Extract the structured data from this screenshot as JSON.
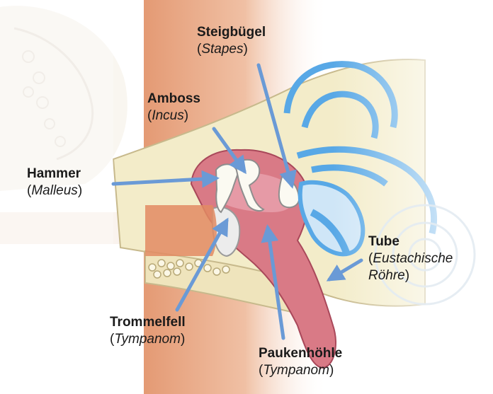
{
  "labels": {
    "stapes": {
      "name": "Steigbügel",
      "open": "(",
      "latin": "Stapes",
      "close": ")"
    },
    "incus": {
      "name": "Amboss",
      "open": "(",
      "latin": "Incus",
      "close": ")"
    },
    "malleus": {
      "name": "Hammer",
      "open": "(",
      "latin": "Malleus",
      "close": ")"
    },
    "tube": {
      "name": "Tube",
      "open": "(",
      "latin": "Eustachische",
      "line2_latin": "Röhre",
      "close": ")"
    },
    "eardrum": {
      "name": "Trommelfell",
      "open": "(",
      "latin": "Tympanom",
      "close": ")"
    },
    "cavity": {
      "name": "Paukenhöhle",
      "open": "(",
      "latin": "Tympanom",
      "close": ")"
    }
  },
  "colors": {
    "arrow": "#6a9ad6",
    "canal": "#e6a07c",
    "tissue": "#d97a86",
    "bone": "#f3ecc9",
    "inner_ear": "#58a8e6"
  }
}
